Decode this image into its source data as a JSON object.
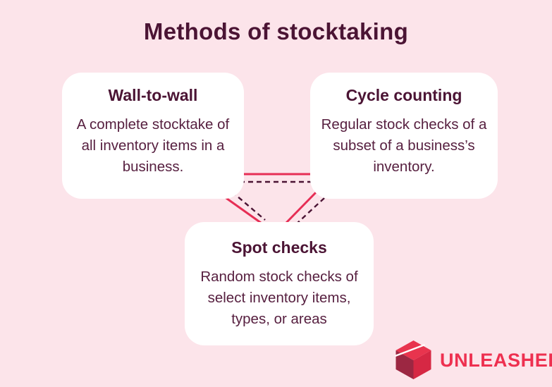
{
  "title": "Methods of stocktaking",
  "cards": [
    {
      "heading": "Wall-to-wall",
      "body": "A complete stocktake of all inventory items in a business."
    },
    {
      "heading": "Cycle counting",
      "body": "Regular stock checks of a subset of a business’s inventory."
    },
    {
      "heading": "Spot checks",
      "body": "Random stock checks of select inventory items, types, or areas"
    }
  ],
  "connectors": {
    "style": "each connector is a solid red line paired with a parallel dark dashed line",
    "links": [
      "wall-to-wall to cycle counting (horizontal)",
      "wall-to-wall to spot checks (diagonal)",
      "cycle counting to spot checks (diagonal)"
    ]
  },
  "logo": {
    "brand": "UNLEASHED",
    "icon": "cube-box-icon"
  },
  "colors": {
    "bg": "#fce4ea",
    "card-bg": "#ffffff",
    "text-dark": "#4b1434",
    "body-text": "#572040",
    "accent-red": "#e62e55",
    "logo-red": "#ee3050",
    "cube-top": "#e8344e",
    "cube-right": "#d62844",
    "cube-left": "#9c2742"
  }
}
